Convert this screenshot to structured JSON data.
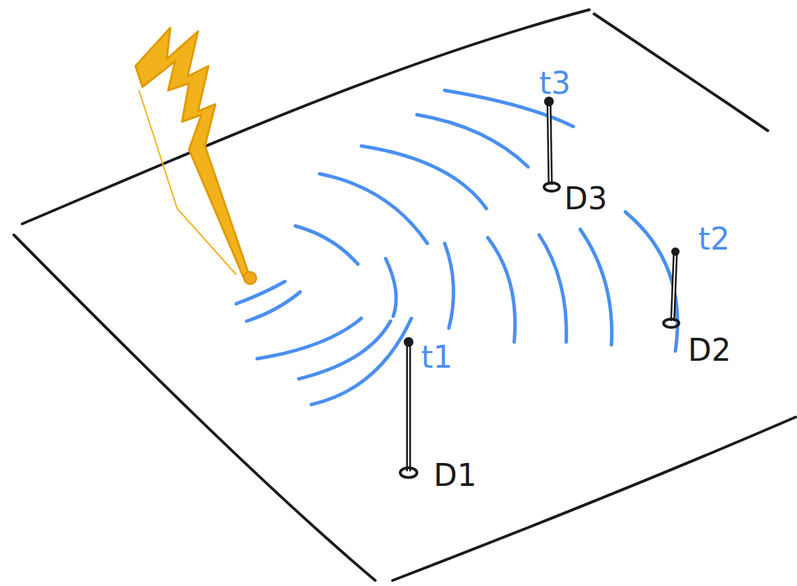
{
  "diagram": {
    "labels": [
      "t3",
      "D3",
      "t2",
      "D2",
      "t1",
      "D1"
    ]
  }
}
